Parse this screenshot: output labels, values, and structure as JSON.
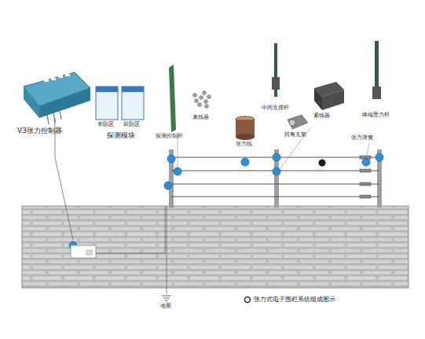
{
  "diagram": {
    "labels": [
      "V3张力控制器",
      "单防区",
      "双防区",
      "探测模块",
      "探测控制杆",
      "束线器",
      "张力线",
      "中间支撑杆",
      "转角支架",
      "紧线器",
      "终端受力杆",
      "张力弹簧",
      "地面"
    ],
    "legend": [
      {
        "text": "张力式电子围栏系统组成图示"
      }
    ]
  }
}
